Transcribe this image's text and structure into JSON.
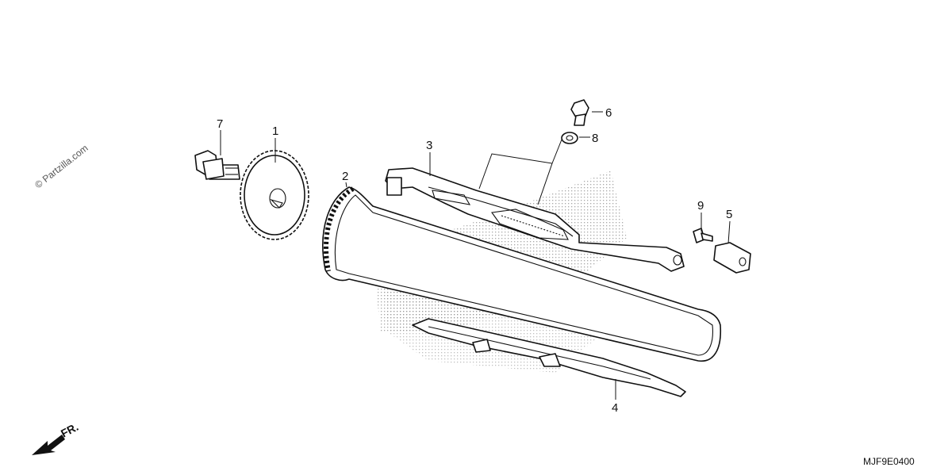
{
  "watermark": "© Partzilla.com",
  "diagram_code": "MJF9E0400",
  "direction_label": "FR.",
  "callouts": [
    {
      "id": "1",
      "label": "1"
    },
    {
      "id": "2",
      "label": "2"
    },
    {
      "id": "3",
      "label": "3"
    },
    {
      "id": "4",
      "label": "4"
    },
    {
      "id": "5",
      "label": "5"
    },
    {
      "id": "6",
      "label": "6"
    },
    {
      "id": "7",
      "label": "7"
    },
    {
      "id": "8",
      "label": "8"
    },
    {
      "id": "9",
      "label": "9"
    }
  ],
  "colors": {
    "line": "#111111",
    "shade": "#9a9a9a",
    "background": "#ffffff"
  }
}
